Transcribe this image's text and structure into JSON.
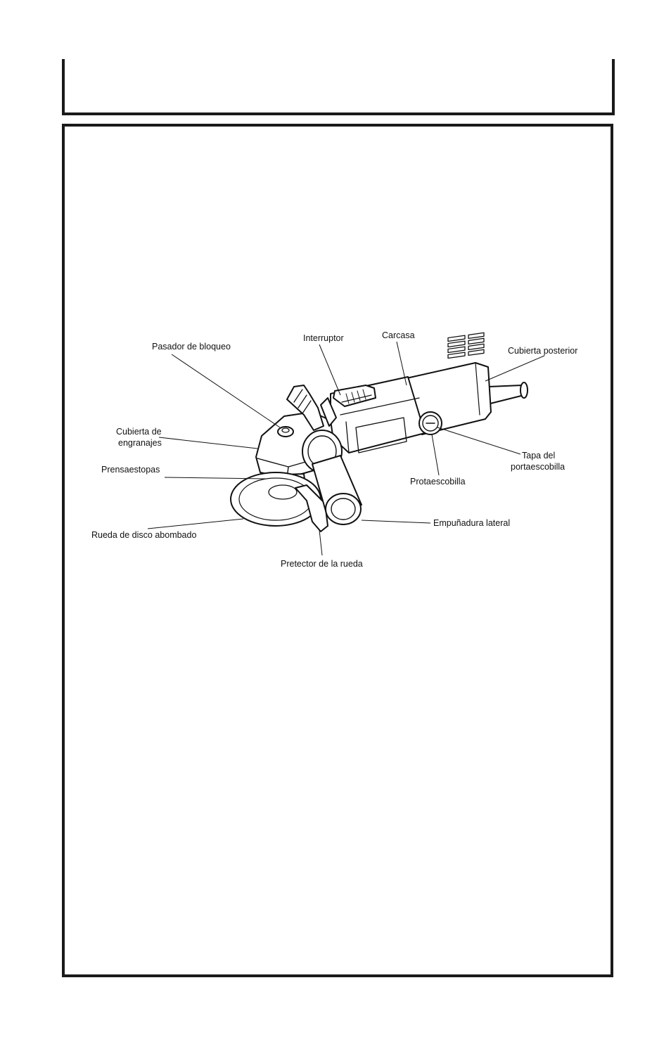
{
  "diagram": {
    "labels": {
      "pasador": "Pasador de bloqueo",
      "interruptor": "Interruptor",
      "carcasa": "Carcasa",
      "cubierta_posterior": "Cubierta posterior",
      "cubierta_engranajes_1": "Cubierta de",
      "cubierta_engranajes_2": "engranajes",
      "prensaestopas": "Prensaestopas",
      "tapa_portaescobilla_1": "Tapa del",
      "tapa_portaescobilla_2": "portaescobilla",
      "protaescobilla": "Protaescobilla",
      "rueda_disco": "Rueda de disco abombado",
      "empunadura": "Empuñadura lateral",
      "protector": "Pretector de la rueda"
    }
  }
}
